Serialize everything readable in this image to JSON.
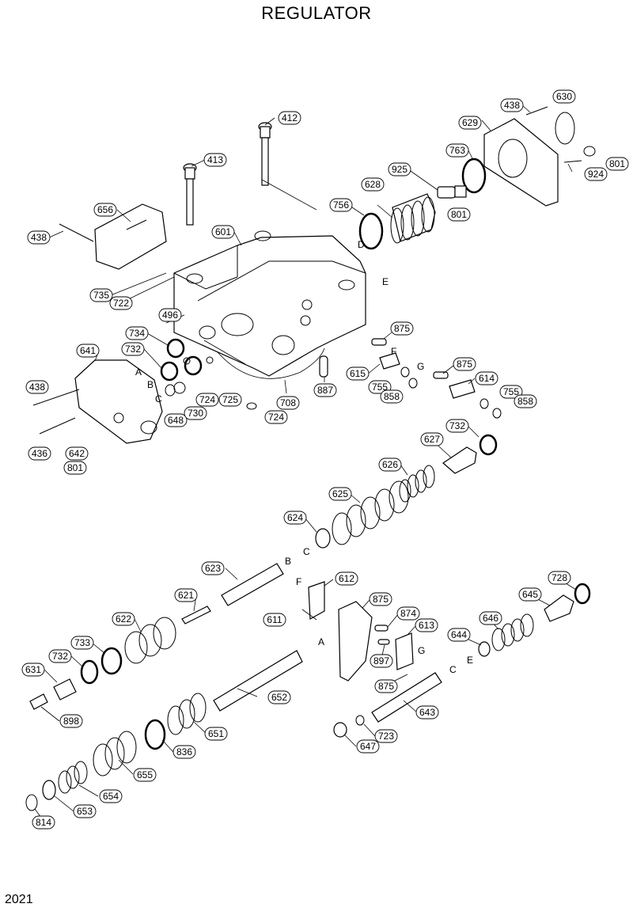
{
  "title": "REGULATOR",
  "page_number": "2021",
  "part_labels": [
    "412",
    "413",
    "656",
    "438",
    "601",
    "735",
    "722",
    "496",
    "734",
    "732",
    "641",
    "438",
    "436",
    "642",
    "801",
    "648",
    "724",
    "730",
    "725",
    "724",
    "708",
    "887",
    "756",
    "628",
    "925",
    "763",
    "801",
    "438",
    "630",
    "629",
    "801",
    "924",
    "875",
    "615",
    "755",
    "858",
    "875",
    "614",
    "755",
    "858",
    "732",
    "627",
    "626",
    "625",
    "624",
    "623",
    "621",
    "622",
    "733",
    "732",
    "631",
    "898",
    "612",
    "611",
    "875",
    "874",
    "613",
    "897",
    "875",
    "652",
    "651",
    "836",
    "655",
    "654",
    "653",
    "814",
    "643",
    "723",
    "647",
    "728",
    "645",
    "646",
    "644"
  ],
  "letter_labels": [
    "D",
    "E",
    "F",
    "G",
    "A",
    "B",
    "C",
    "C",
    "B",
    "F",
    "A",
    "G",
    "C",
    "E"
  ]
}
